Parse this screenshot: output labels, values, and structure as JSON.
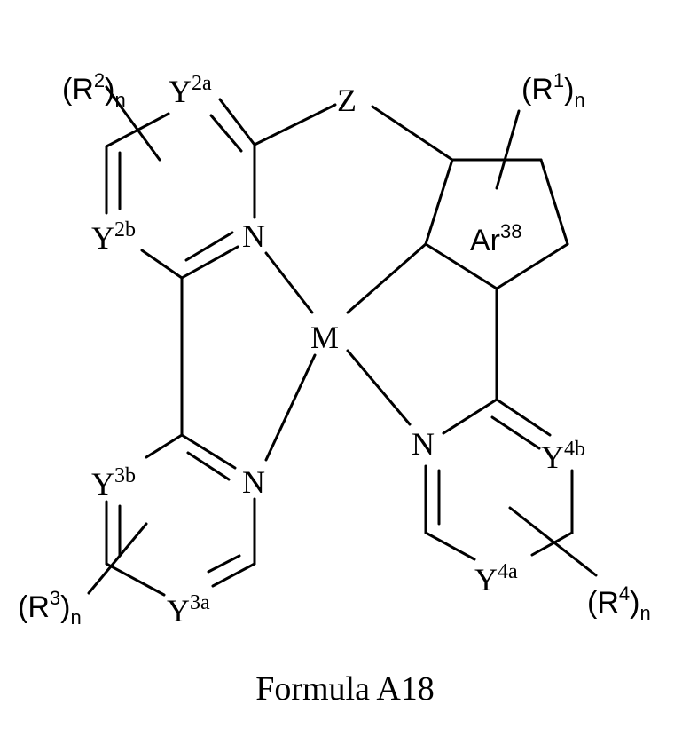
{
  "caption": "Formula A18",
  "atoms": {
    "z": "Z",
    "m": "M",
    "n1": "N",
    "n2": "N",
    "n3": "N",
    "y2a": {
      "base": "Y",
      "sup": "2a"
    },
    "y2b": {
      "base": "Y",
      "sup": "2b"
    },
    "y3a": {
      "base": "Y",
      "sup": "3a"
    },
    "y3b": {
      "base": "Y",
      "sup": "3b"
    },
    "y4a": {
      "base": "Y",
      "sup": "4a"
    },
    "y4b": {
      "base": "Y",
      "sup": "4b"
    },
    "ar": {
      "base": "Ar",
      "sup": "38"
    }
  },
  "substituents": {
    "r1": {
      "open": "(R",
      "sup": "1",
      "close": ")",
      "sub": "n"
    },
    "r2": {
      "open": "(R",
      "sup": "2",
      "close": ")",
      "sub": "n"
    },
    "r3": {
      "open": "(R",
      "sup": "3",
      "close": ")",
      "sub": "n"
    },
    "r4": {
      "open": "(R",
      "sup": "4",
      "close": ")",
      "sub": "n"
    }
  }
}
